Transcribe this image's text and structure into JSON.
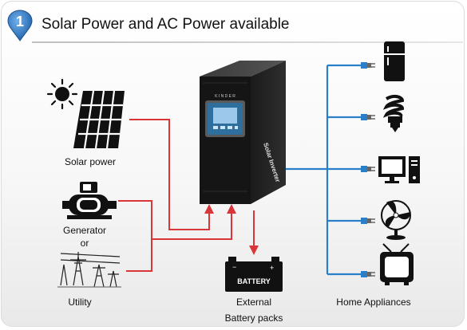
{
  "header": {
    "step_number": "1",
    "title": "Solar Power and AC Power available"
  },
  "sources": {
    "solar_label": "Solar power",
    "generator_label_line1": "Generator",
    "generator_label_line2": "or",
    "utility_label": "Utility"
  },
  "inverter": {
    "brand_text": "K I N D E R",
    "side_text": "Solar Inverter"
  },
  "battery": {
    "device_text": "BATTERY",
    "label_line1": "External",
    "label_line2": "Battery packs"
  },
  "appliances": {
    "label": "Home Appliances",
    "items": [
      "fridge-icon",
      "bulb-icon",
      "computer-icon",
      "fan-icon",
      "tv-icon"
    ]
  },
  "colors": {
    "ac_line": "#d9363a",
    "dc_line": "#2a7fc9",
    "pin": "#2a6fb5"
  }
}
